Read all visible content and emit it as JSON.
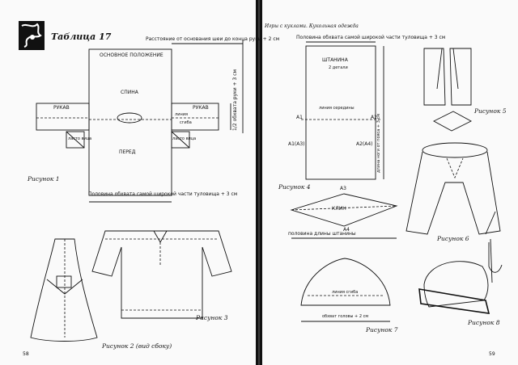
{
  "header": {
    "right_running_title": "Игры с куклами. Кукольная одежда"
  },
  "left_page": {
    "table_title": "Таблица 17",
    "page_number": "58",
    "fig1": {
      "caption": "Рисунок 1",
      "labels": {
        "dist_shoulder": "Расстояние от основания шеи до конца руки + 2 см",
        "base_position": "ОСНОВНОЕ ПОЛОЖЕНИЕ",
        "back": "СПИНА",
        "front": "ПЕРЕД",
        "sleeve_left": "РУКАВ",
        "sleeve_right": "РУКАВ",
        "line": "линия",
        "fold": "сгиба",
        "bottom_measure": "Половина обхвата самой широкой части туловища + 3 см",
        "arm_girth": "1/2 обхвата руки + 3 см",
        "gusset_left": "ласто вица",
        "gusset_right": "ласто вица"
      }
    },
    "fig2": {
      "caption": "Рисунок 2 (вид сбоку)"
    },
    "fig3": {
      "caption": "Рисунок 3"
    }
  },
  "right_page": {
    "page_number": "59",
    "fig4": {
      "caption": "Рисунок 4",
      "labels": {
        "top_measure": "Половина обхвата самой широкой части туловища + 3 см",
        "trousers": "ШТАНИНА",
        "two_pieces": "2 детали",
        "middle_line": "линия середины",
        "side_measure": "длина ноги от пояса + 3 см",
        "wedge": "КЛИН",
        "bottom_measure": "половина длины штанины",
        "a1": "А1",
        "a2": "А2",
        "a3": "А3",
        "a4": "А4",
        "a1a3": "А1(А3)",
        "a2a4": "А2(А4)"
      }
    },
    "fig5": {
      "caption": "Рисунок 5"
    },
    "fig6": {
      "caption": "Рисунок 6"
    },
    "fig7": {
      "caption": "Рисунок 7",
      "labels": {
        "fold_line": "линия сгиба",
        "head_girth": "обхват головы + 2 см"
      }
    },
    "fig8": {
      "caption": "Рисунок 8"
    }
  }
}
